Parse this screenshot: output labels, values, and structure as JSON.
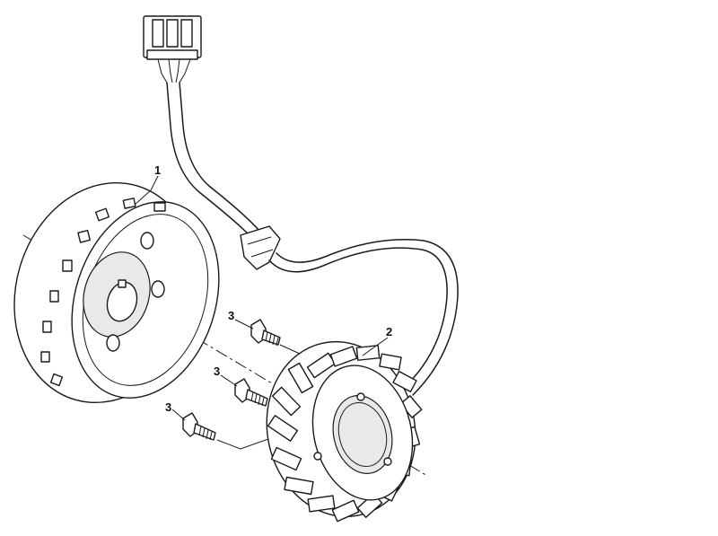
{
  "callouts": {
    "flywheel": "1",
    "stator": "2",
    "bolt_top": "3",
    "bolt_middle": "3",
    "bolt_bottom": "3"
  }
}
